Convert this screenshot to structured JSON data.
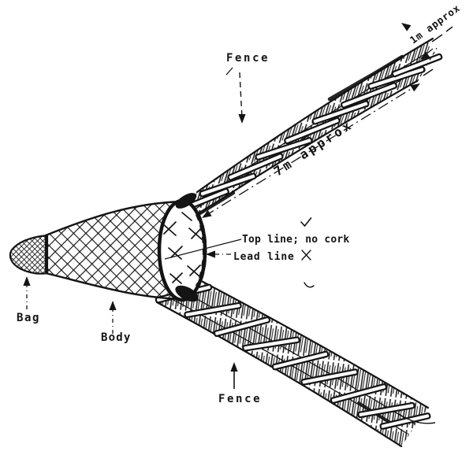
{
  "canvas": {
    "paper": "#ffffff",
    "ink": "#141414"
  },
  "labels": {
    "fence_top": "Fence",
    "fence_bottom": "Fence",
    "bag": "Bag",
    "body": "Body",
    "top_line": "Top line; no cork",
    "lead_line": "Lead line"
  },
  "dimensions": {
    "fence_length": "7m approx",
    "fence_height": "1m approx"
  }
}
